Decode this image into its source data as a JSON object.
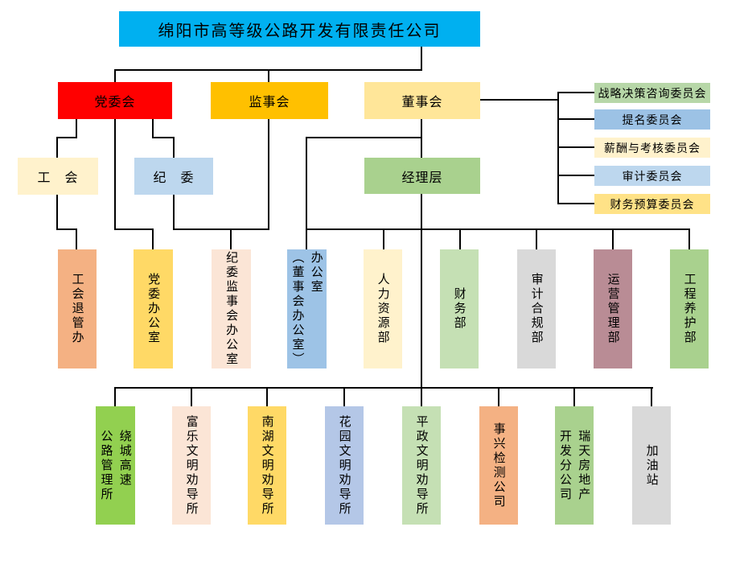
{
  "company": {
    "root_label": "绵阳市高等级公路开发有限责任公司",
    "root_color": "#00B0F0"
  },
  "level2": [
    {
      "label": "党委会",
      "color": "#FF0000"
    },
    {
      "label": "监事会",
      "color": "#FFC000"
    },
    {
      "label": "董事会",
      "color": "#FFE699"
    }
  ],
  "committees": [
    {
      "label": "战略决策咨询委员会",
      "color": "#B7D7A8"
    },
    {
      "label": "提名委员会",
      "color": "#9CC2E5"
    },
    {
      "label": "薪酬与考核委员会",
      "color": "#FFF2CC"
    },
    {
      "label": "审计委员会",
      "color": "#BDD7EE"
    },
    {
      "label": "财务预算委员会",
      "color": "#FFE287"
    }
  ],
  "level3": [
    {
      "label": "工　会",
      "color": "#FFF2CC"
    },
    {
      "label": "纪　委",
      "color": "#BDD7EE"
    },
    {
      "label": "经理层",
      "color": "#A9D18E"
    }
  ],
  "departments": [
    {
      "label": "工会退管办",
      "color": "#F4B183"
    },
    {
      "label": "党委办公室",
      "color": "#FFD966"
    },
    {
      "label": "纪委监事会办公室",
      "color": "#FBE5D6"
    },
    {
      "label": "办公室\n（董事会办公室）",
      "color": "#9DC3E6"
    },
    {
      "label": "人力资源部",
      "color": "#FFF2CC"
    },
    {
      "label": "财务部",
      "color": "#C5E0B4"
    },
    {
      "label": "审计合规部",
      "color": "#D9D9D9"
    },
    {
      "label": "运营管理部",
      "color": "#B98C95"
    },
    {
      "label": "工程养护部",
      "color": "#A9D18E"
    }
  ],
  "subunits": [
    {
      "label": "绕城高速\n公路管理所",
      "color": "#92D050"
    },
    {
      "label": "富乐文明劝导所",
      "color": "#FBE5D6"
    },
    {
      "label": "南湖文明劝导所",
      "color": "#FFD966"
    },
    {
      "label": "花园文明劝导所",
      "color": "#B4C7E7"
    },
    {
      "label": "平政文明劝导所",
      "color": "#C5E0B4"
    },
    {
      "label": "事兴检测公司",
      "color": "#F4B183"
    },
    {
      "label": "瑞天房地产\n开发分公司",
      "color": "#A9D18E"
    },
    {
      "label": "加油站",
      "color": "#D9D9D9"
    }
  ]
}
